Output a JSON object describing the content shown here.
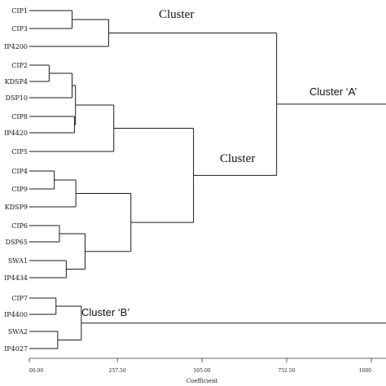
{
  "leaves": [
    "CIP1",
    "CIP3",
    "IP4200",
    "CIP2",
    "KDSP4",
    "DSP10",
    "CIP8",
    "IP4420",
    "CIP5",
    "CIP4",
    "CIP9",
    "KDSP9",
    "CIP6",
    "DSP65",
    "SWA1",
    "IP4434",
    "CIP7",
    "IP4400",
    "SWA2",
    "IP4027"
  ],
  "annotations": [
    {
      "id": "cluster-top",
      "text": "Cluster"
    },
    {
      "id": "cluster-mid",
      "text": "Cluster"
    },
    {
      "id": "cluster-a",
      "text": "Cluster ‘A’"
    },
    {
      "id": "cluster-b",
      "text": "Cluster ‘B’"
    }
  ],
  "axis": {
    "title": "Coefficient",
    "ticks": [
      "00.00",
      "257.50",
      "505.00",
      "752.50",
      "1000"
    ]
  },
  "merges": [
    {
      "a": "CIP1",
      "b": "CIP3",
      "height": 125
    },
    {
      "a": "M1",
      "b": "IP4200",
      "height": 232
    },
    {
      "a": "CIP2",
      "b": "KDSP4",
      "height": 58
    },
    {
      "a": "M3",
      "b": "DSP10",
      "height": 125
    },
    {
      "a": "CIP8",
      "b": "IP4420",
      "height": 132
    },
    {
      "a": "M4",
      "b": "M5",
      "height": 135
    },
    {
      "a": "M6",
      "b": "CIP5",
      "height": 247
    },
    {
      "a": "CIP4",
      "b": "CIP9",
      "height": 73
    },
    {
      "a": "M8",
      "b": "KDSP9",
      "height": 136
    },
    {
      "a": "CIP6",
      "b": "DSP65",
      "height": 88
    },
    {
      "a": "SWA1",
      "b": "IP4434",
      "height": 108
    },
    {
      "a": "M10",
      "b": "M11",
      "height": 163
    },
    {
      "a": "M9",
      "b": "M12",
      "height": 297
    },
    {
      "a": "M7",
      "b": "M13",
      "height": 480
    },
    {
      "a": "M2",
      "b": "M14",
      "height": 723
    },
    {
      "a": "CIP7",
      "b": "IP4400",
      "height": 78
    },
    {
      "a": "SWA2",
      "b": "IP4027",
      "height": 83
    },
    {
      "a": "M16",
      "b": "M17",
      "height": 152
    },
    {
      "a": "M15",
      "b": "M18",
      "height": 1055
    }
  ]
}
